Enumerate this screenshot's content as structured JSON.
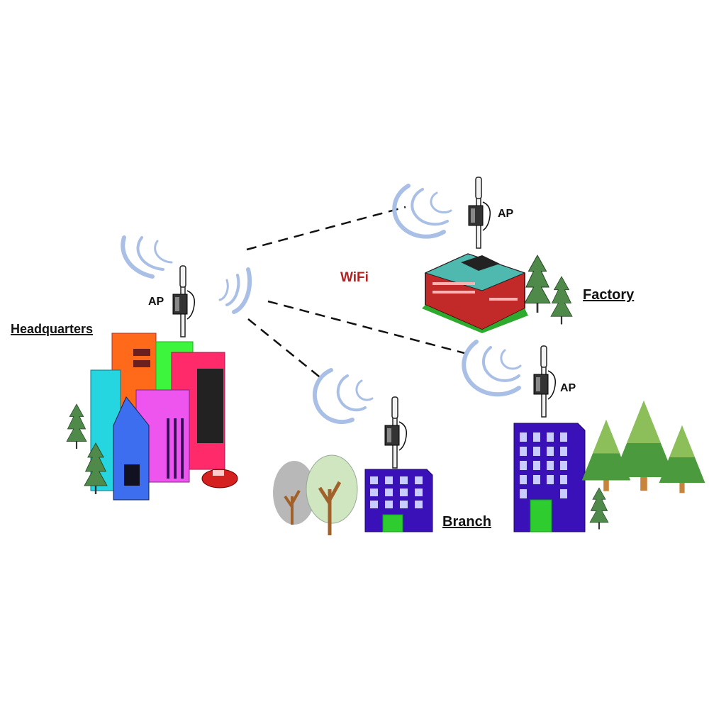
{
  "labels": {
    "headquarters": "Headquarters",
    "factory": "Factory",
    "branch": "Branch",
    "wifi": "WiFi",
    "ap_hq": "AP",
    "ap_factory": "AP",
    "ap_remote": "AP"
  },
  "colors": {
    "wifi_text": "#b22222",
    "wave": "#a9bfe6",
    "office_building": "#3a10b8",
    "window": "#c8ccff",
    "door": "#2ecc2e",
    "tree": "#2f8a3a",
    "factory_brick": "#c22a2a"
  }
}
